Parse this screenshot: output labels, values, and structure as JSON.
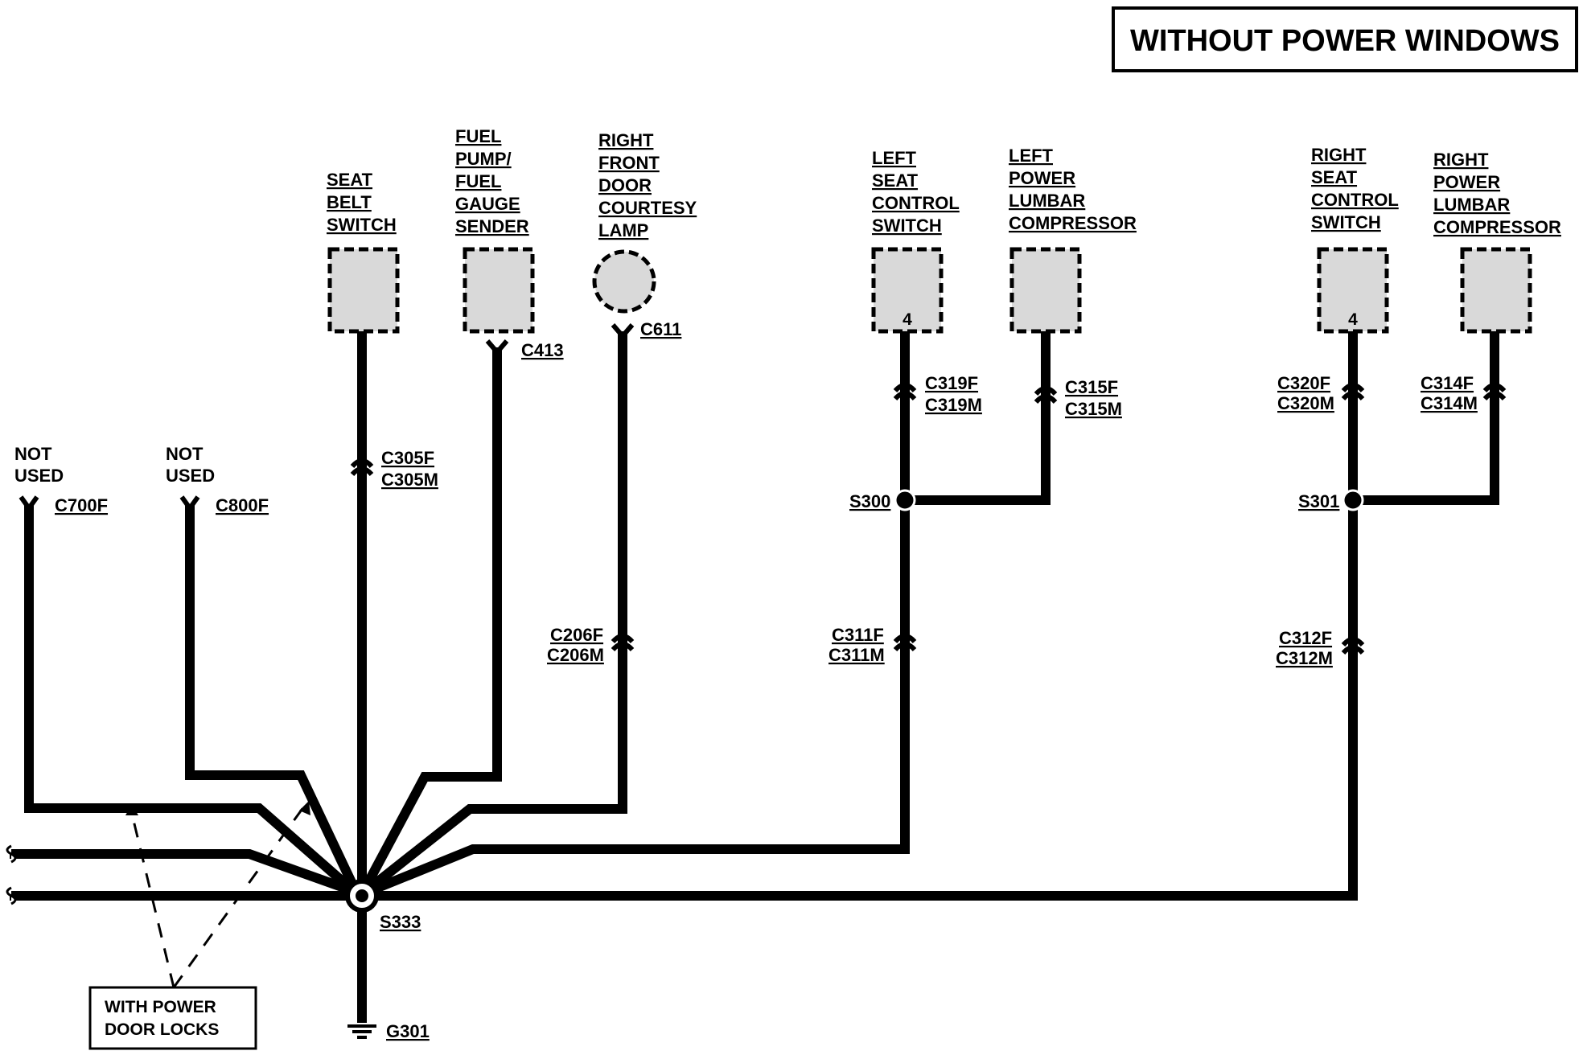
{
  "title": "WITHOUT POWER WINDOWS",
  "note": {
    "line1": "WITH POWER",
    "line2": "DOOR LOCKS"
  },
  "components": {
    "seat_belt_switch": [
      "SEAT",
      "BELT",
      "SWITCH"
    ],
    "fuel_pump": [
      "FUEL",
      "PUMP/",
      "FUEL",
      "GAUGE",
      "SENDER"
    ],
    "courtesy_lamp": [
      "RIGHT",
      "FRONT",
      "DOOR",
      "COURTESY",
      "LAMP"
    ],
    "left_seat_switch": [
      "LEFT",
      "SEAT",
      "CONTROL",
      "SWITCH"
    ],
    "left_lumbar": [
      "LEFT",
      "POWER",
      "LUMBAR",
      "COMPRESSOR"
    ],
    "right_seat_switch": [
      "RIGHT",
      "SEAT",
      "CONTROL",
      "SWITCH"
    ],
    "right_lumbar": [
      "RIGHT",
      "POWER",
      "LUMBAR",
      "COMPRESSOR"
    ],
    "left_seat_pin": "4",
    "right_seat_pin": "4"
  },
  "not_used": {
    "line1": "NOT",
    "line2": "USED"
  },
  "connectors": {
    "c700f": "C700F",
    "c800f": "C800F",
    "c305f": "C305F",
    "c305m": "C305M",
    "c413": "C413",
    "c611": "C611",
    "c206f": "C206F",
    "c206m": "C206M",
    "c319f": "C319F",
    "c319m": "C319M",
    "c315f": "C315F",
    "c315m": "C315M",
    "c311f": "C311F",
    "c311m": "C311M",
    "c320f": "C320F",
    "c320m": "C320M",
    "c314f": "C314F",
    "c314m": "C314M",
    "c312f": "C312F",
    "c312m": "C312M"
  },
  "splices": {
    "s300": "S300",
    "s301": "S301",
    "s333": "S333"
  },
  "ground": "G301"
}
